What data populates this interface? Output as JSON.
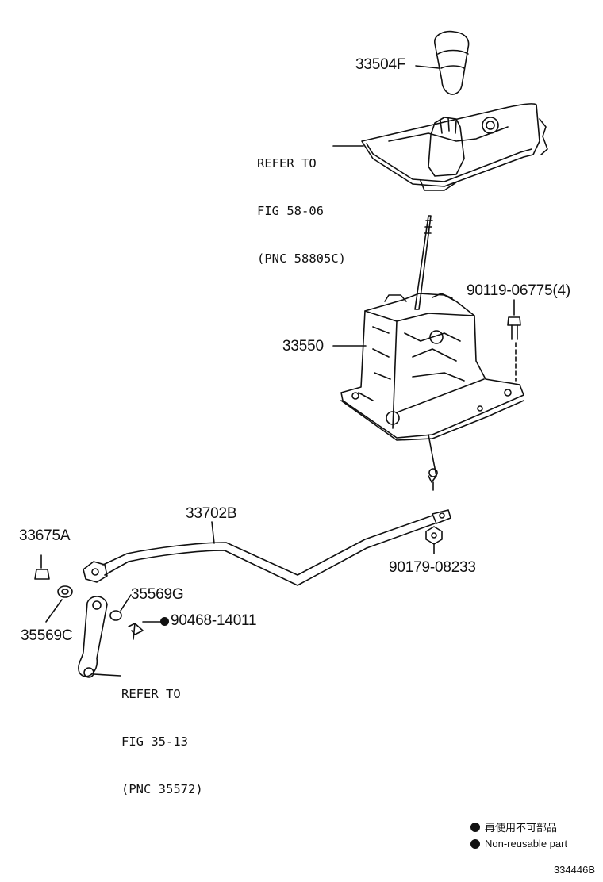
{
  "parts": {
    "knob": "33504F",
    "refer_top": [
      "REFER TO",
      "FIG 58-06",
      "(PNC 58805C)"
    ],
    "bolt_top": "90119-06775(4)",
    "shift_lever_assy": "33550",
    "cable": "33702B",
    "bushing_a": "33675A",
    "nut": "90179-08233",
    "retainer_g": "35569G",
    "clip": "90468-14011",
    "retainer_c": "35569C",
    "refer_bottom": [
      "REFER TO",
      "FIG 35-13",
      "(PNC 35572)"
    ]
  },
  "legend": {
    "jp": "再使用不可部品",
    "en": "Non-reusable part"
  },
  "figure_code": "334446B"
}
